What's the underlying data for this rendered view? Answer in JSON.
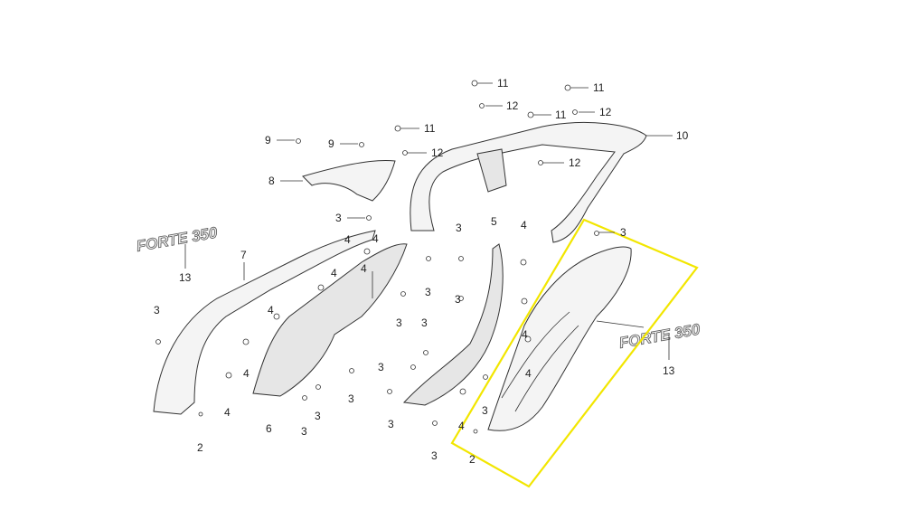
{
  "diagram": {
    "logo_text": "FORTE 350",
    "highlight_color": "#f2e600",
    "callouts": [
      {
        "id": "c1",
        "label": "11"
      },
      {
        "id": "c2",
        "label": "12"
      },
      {
        "id": "c3",
        "label": "11"
      },
      {
        "id": "c4",
        "label": "12"
      },
      {
        "id": "c5",
        "label": "9"
      },
      {
        "id": "c6",
        "label": "9"
      },
      {
        "id": "c7",
        "label": "8"
      },
      {
        "id": "c8",
        "label": "11"
      },
      {
        "id": "c9",
        "label": "12"
      },
      {
        "id": "c10",
        "label": "11"
      },
      {
        "id": "c11",
        "label": "12"
      },
      {
        "id": "c12",
        "label": "10"
      },
      {
        "id": "c13",
        "label": "3"
      },
      {
        "id": "c14",
        "label": "3"
      },
      {
        "id": "c15",
        "label": "5"
      },
      {
        "id": "c16",
        "label": "4"
      },
      {
        "id": "c17",
        "label": "3"
      },
      {
        "id": "c18",
        "label": "13"
      },
      {
        "id": "c19",
        "label": "7"
      },
      {
        "id": "c20",
        "label": "4"
      },
      {
        "id": "c21",
        "label": "4"
      },
      {
        "id": "c22",
        "label": "4"
      },
      {
        "id": "c23",
        "label": "3"
      },
      {
        "id": "c24",
        "label": "3"
      },
      {
        "id": "c25",
        "label": "3"
      },
      {
        "id": "c26",
        "label": "4"
      },
      {
        "id": "c27",
        "label": "3"
      },
      {
        "id": "c28",
        "label": "4"
      },
      {
        "id": "c29",
        "label": "4"
      },
      {
        "id": "c30",
        "label": "2"
      },
      {
        "id": "c31",
        "label": "6"
      },
      {
        "id": "c32",
        "label": "3"
      },
      {
        "id": "c33",
        "label": "3"
      },
      {
        "id": "c34",
        "label": "3"
      },
      {
        "id": "c35",
        "label": "3"
      },
      {
        "id": "c36",
        "label": "3"
      },
      {
        "id": "c37",
        "label": "3"
      },
      {
        "id": "c38",
        "label": "4"
      },
      {
        "id": "c39",
        "label": "2"
      },
      {
        "id": "c40",
        "label": "3"
      },
      {
        "id": "c41",
        "label": "4"
      },
      {
        "id": "c42",
        "label": "4"
      },
      {
        "id": "c43",
        "label": "3"
      },
      {
        "id": "c44",
        "label": "13"
      },
      {
        "id": "c45",
        "label": "4"
      }
    ]
  }
}
